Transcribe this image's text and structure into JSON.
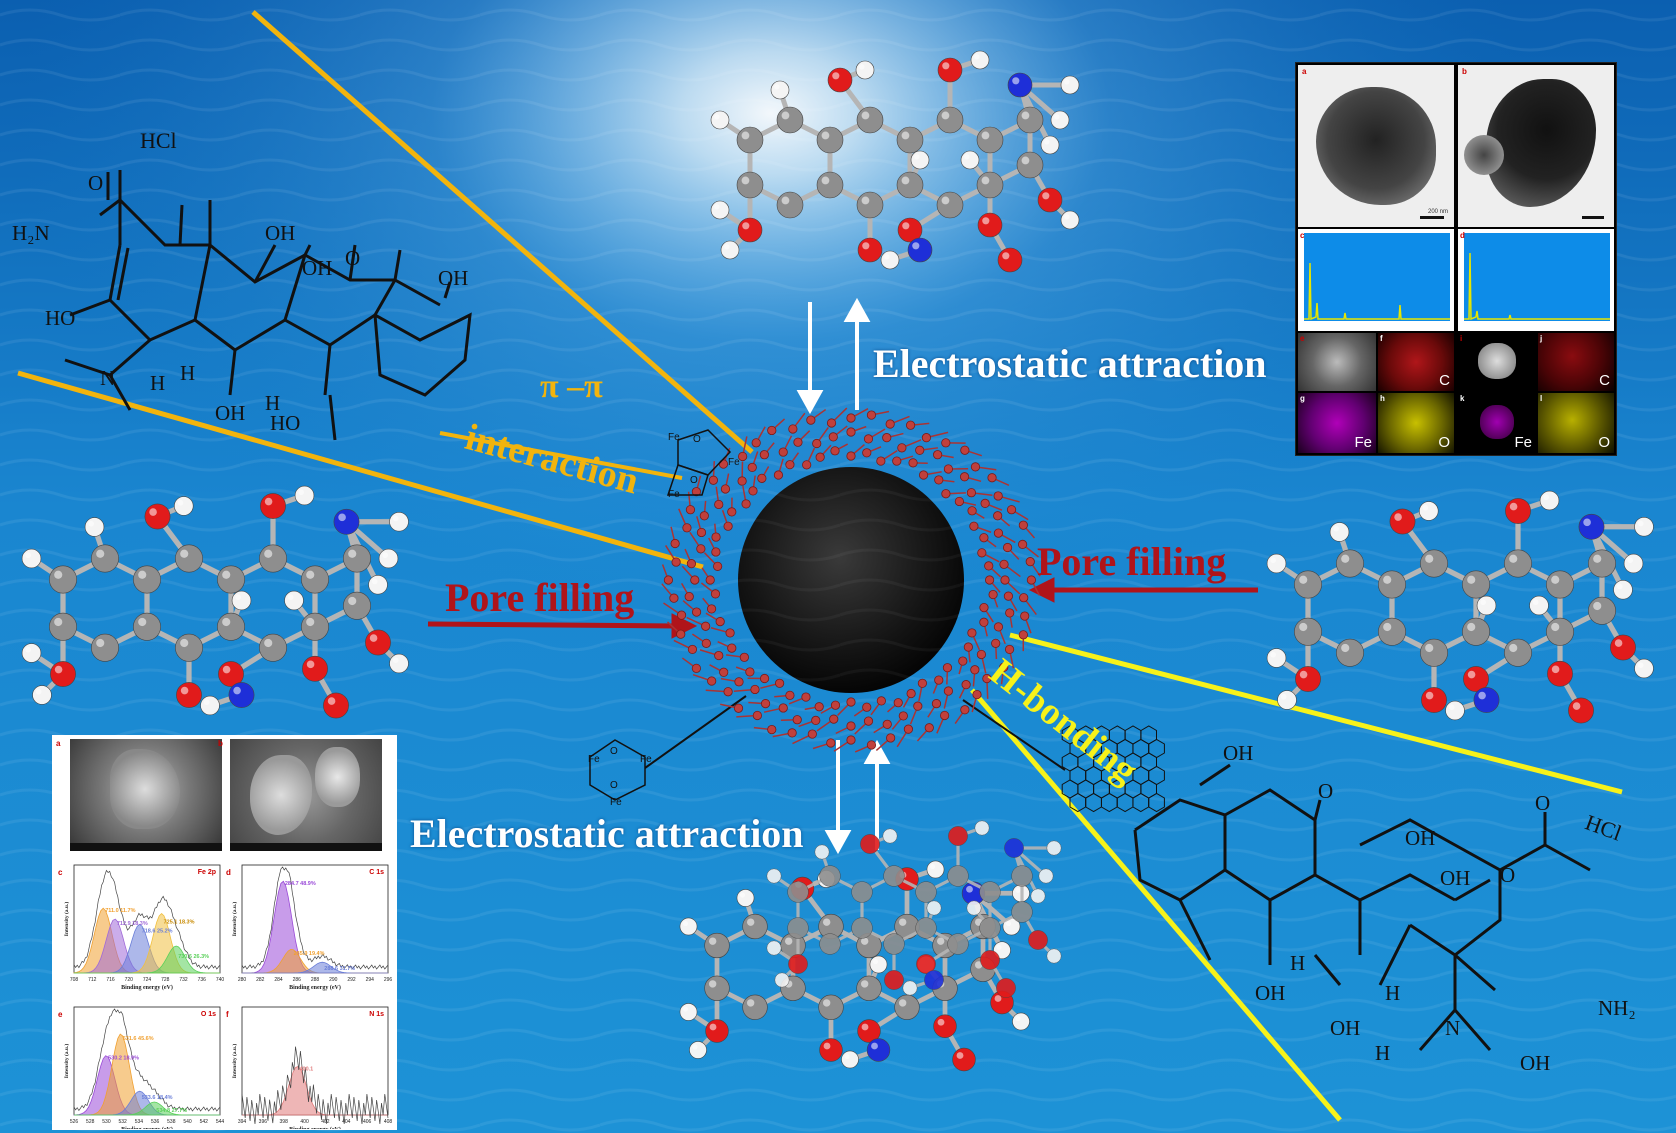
{
  "labels": {
    "electrostatic_top": "Electrostatic attraction",
    "electrostatic_bottom": "Electrostatic attraction",
    "pore_filling_left": "Pore filling",
    "pore_filling_right": "Pore filling",
    "pi_pi": "π –π",
    "interaction": "interaction",
    "h_bonding": "H-bonding",
    "hcl_left": "HCl",
    "hcl_right": "HCl"
  },
  "structure_left": {
    "groups": [
      "O",
      "H2N",
      "OH",
      "OH",
      "O",
      "OH",
      "HO",
      "N",
      "H",
      "H",
      "OH",
      "H",
      "HO"
    ]
  },
  "structure_right": {
    "groups": [
      "OH",
      "O",
      "OH",
      "OH",
      "O",
      "O",
      "NH2",
      "OH",
      "H",
      "OH",
      "H",
      "H",
      "N",
      "OH"
    ]
  },
  "fe_labels": [
    "Fe",
    "O",
    "Fe",
    "O",
    "Fe",
    "Fe",
    "O",
    "Fe",
    "O",
    "Fe"
  ],
  "tem_panel": {
    "panel_letters": [
      "a",
      "b",
      "c",
      "d",
      "e",
      "f",
      "g",
      "h",
      "i",
      "j",
      "k",
      "l"
    ],
    "map_elements": [
      "C",
      "Fe",
      "O",
      "C",
      "Fe",
      "O"
    ],
    "scale_text": "200 nm"
  },
  "xps_panel": {
    "panel_letters": [
      "a",
      "b",
      "c",
      "d",
      "e",
      "f"
    ],
    "titles": [
      "Fe 2p",
      "C 1s",
      "O 1s",
      "N 1s"
    ],
    "xlabel": "Binding energy (eV)",
    "ylabel": "Intensity (a.u.)",
    "fe_peaks": [
      "711.0 11.7%",
      "712.9 18.3%",
      "718.6 25.2%",
      "725.1 18.3%",
      "730.6 26.3%"
    ],
    "fe_ticks": [
      "708",
      "712",
      "716",
      "720",
      "724",
      "728",
      "732",
      "736",
      "740"
    ],
    "c_peaks": [
      "284.7 48.9%",
      "285.9 19.4%",
      "288.6 31.7%"
    ],
    "c_ticks": [
      "280",
      "282",
      "284",
      "286",
      "288",
      "290",
      "292",
      "294",
      "296"
    ],
    "o_peaks": [
      "530.2 18.9%",
      "531.6 45.6%",
      "533.6 18.4%",
      "534.8 27.7%"
    ],
    "o_ticks": [
      "526",
      "528",
      "530",
      "532",
      "534",
      "536",
      "538",
      "540",
      "542",
      "544"
    ],
    "n_peaks": [
      "400.1"
    ],
    "n_ticks": [
      "394",
      "396",
      "398",
      "400",
      "402",
      "404",
      "406",
      "408"
    ]
  }
}
